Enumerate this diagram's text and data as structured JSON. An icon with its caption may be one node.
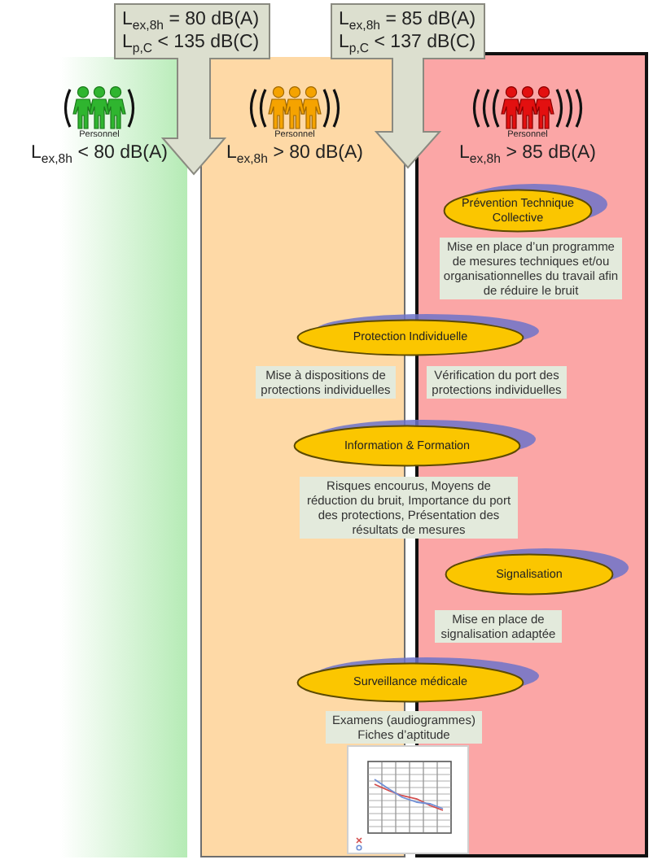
{
  "diagram": {
    "nodes": [
      {
        "text": [
          "L$_{ex,8h}$ = 80 dB(A)",
          "L$_{p,C}$ < 135 dB(C)"
        ]
      },
      {
        "text": [
          "L$_{ex,8h}$ = 85 dB(A)",
          "L$_{p,C}$ < 137 dB(C)"
        ]
      },
      {
        "text": [
          "Personnel",
          "L$_{ex,8h}$ < 80 dB(A)"
        ]
      },
      {
        "text": [
          "Personnel",
          "L$_{ex,8h}$ > 80 dB(A)"
        ]
      },
      {
        "text": [
          "Personnel",
          "L$_{ex,8h}$ > 85 dB(A)"
        ]
      },
      {
        "text": [
          "Prévention Technique Collective"
        ],
        "in": 4
      },
      {
        "text": [
          "Mise en place d’un programme de mesures techniques et/ou organisationnelles du travail afin de réduire le bruit"
        ],
        "in": 4
      },
      {
        "text": [
          "Protection Individuelle"
        ]
      },
      {
        "text": [
          "Mise à dispositions de protections individuelles"
        ],
        "in": 3
      },
      {
        "text": [
          "Vérification du port des protections individuelles"
        ],
        "in": 4
      },
      {
        "text": [
          "Information & Formation"
        ]
      },
      {
        "text": [
          "Risques encourus, Moyens de réduction du bruit, Importance du port des protections, Présentation des résultats de mesures"
        ]
      },
      {
        "text": [
          "Signalisation"
        ],
        "in": 4
      },
      {
        "text": [
          "Mise en place de signalisation adaptée"
        ],
        "in": 4
      },
      {
        "text": [
          "Surveillance médicale"
        ]
      },
      {
        "text": [
          "Examens (audiogrammes) Fiches d’aptitude"
        ]
      }
    ]
  }
}
